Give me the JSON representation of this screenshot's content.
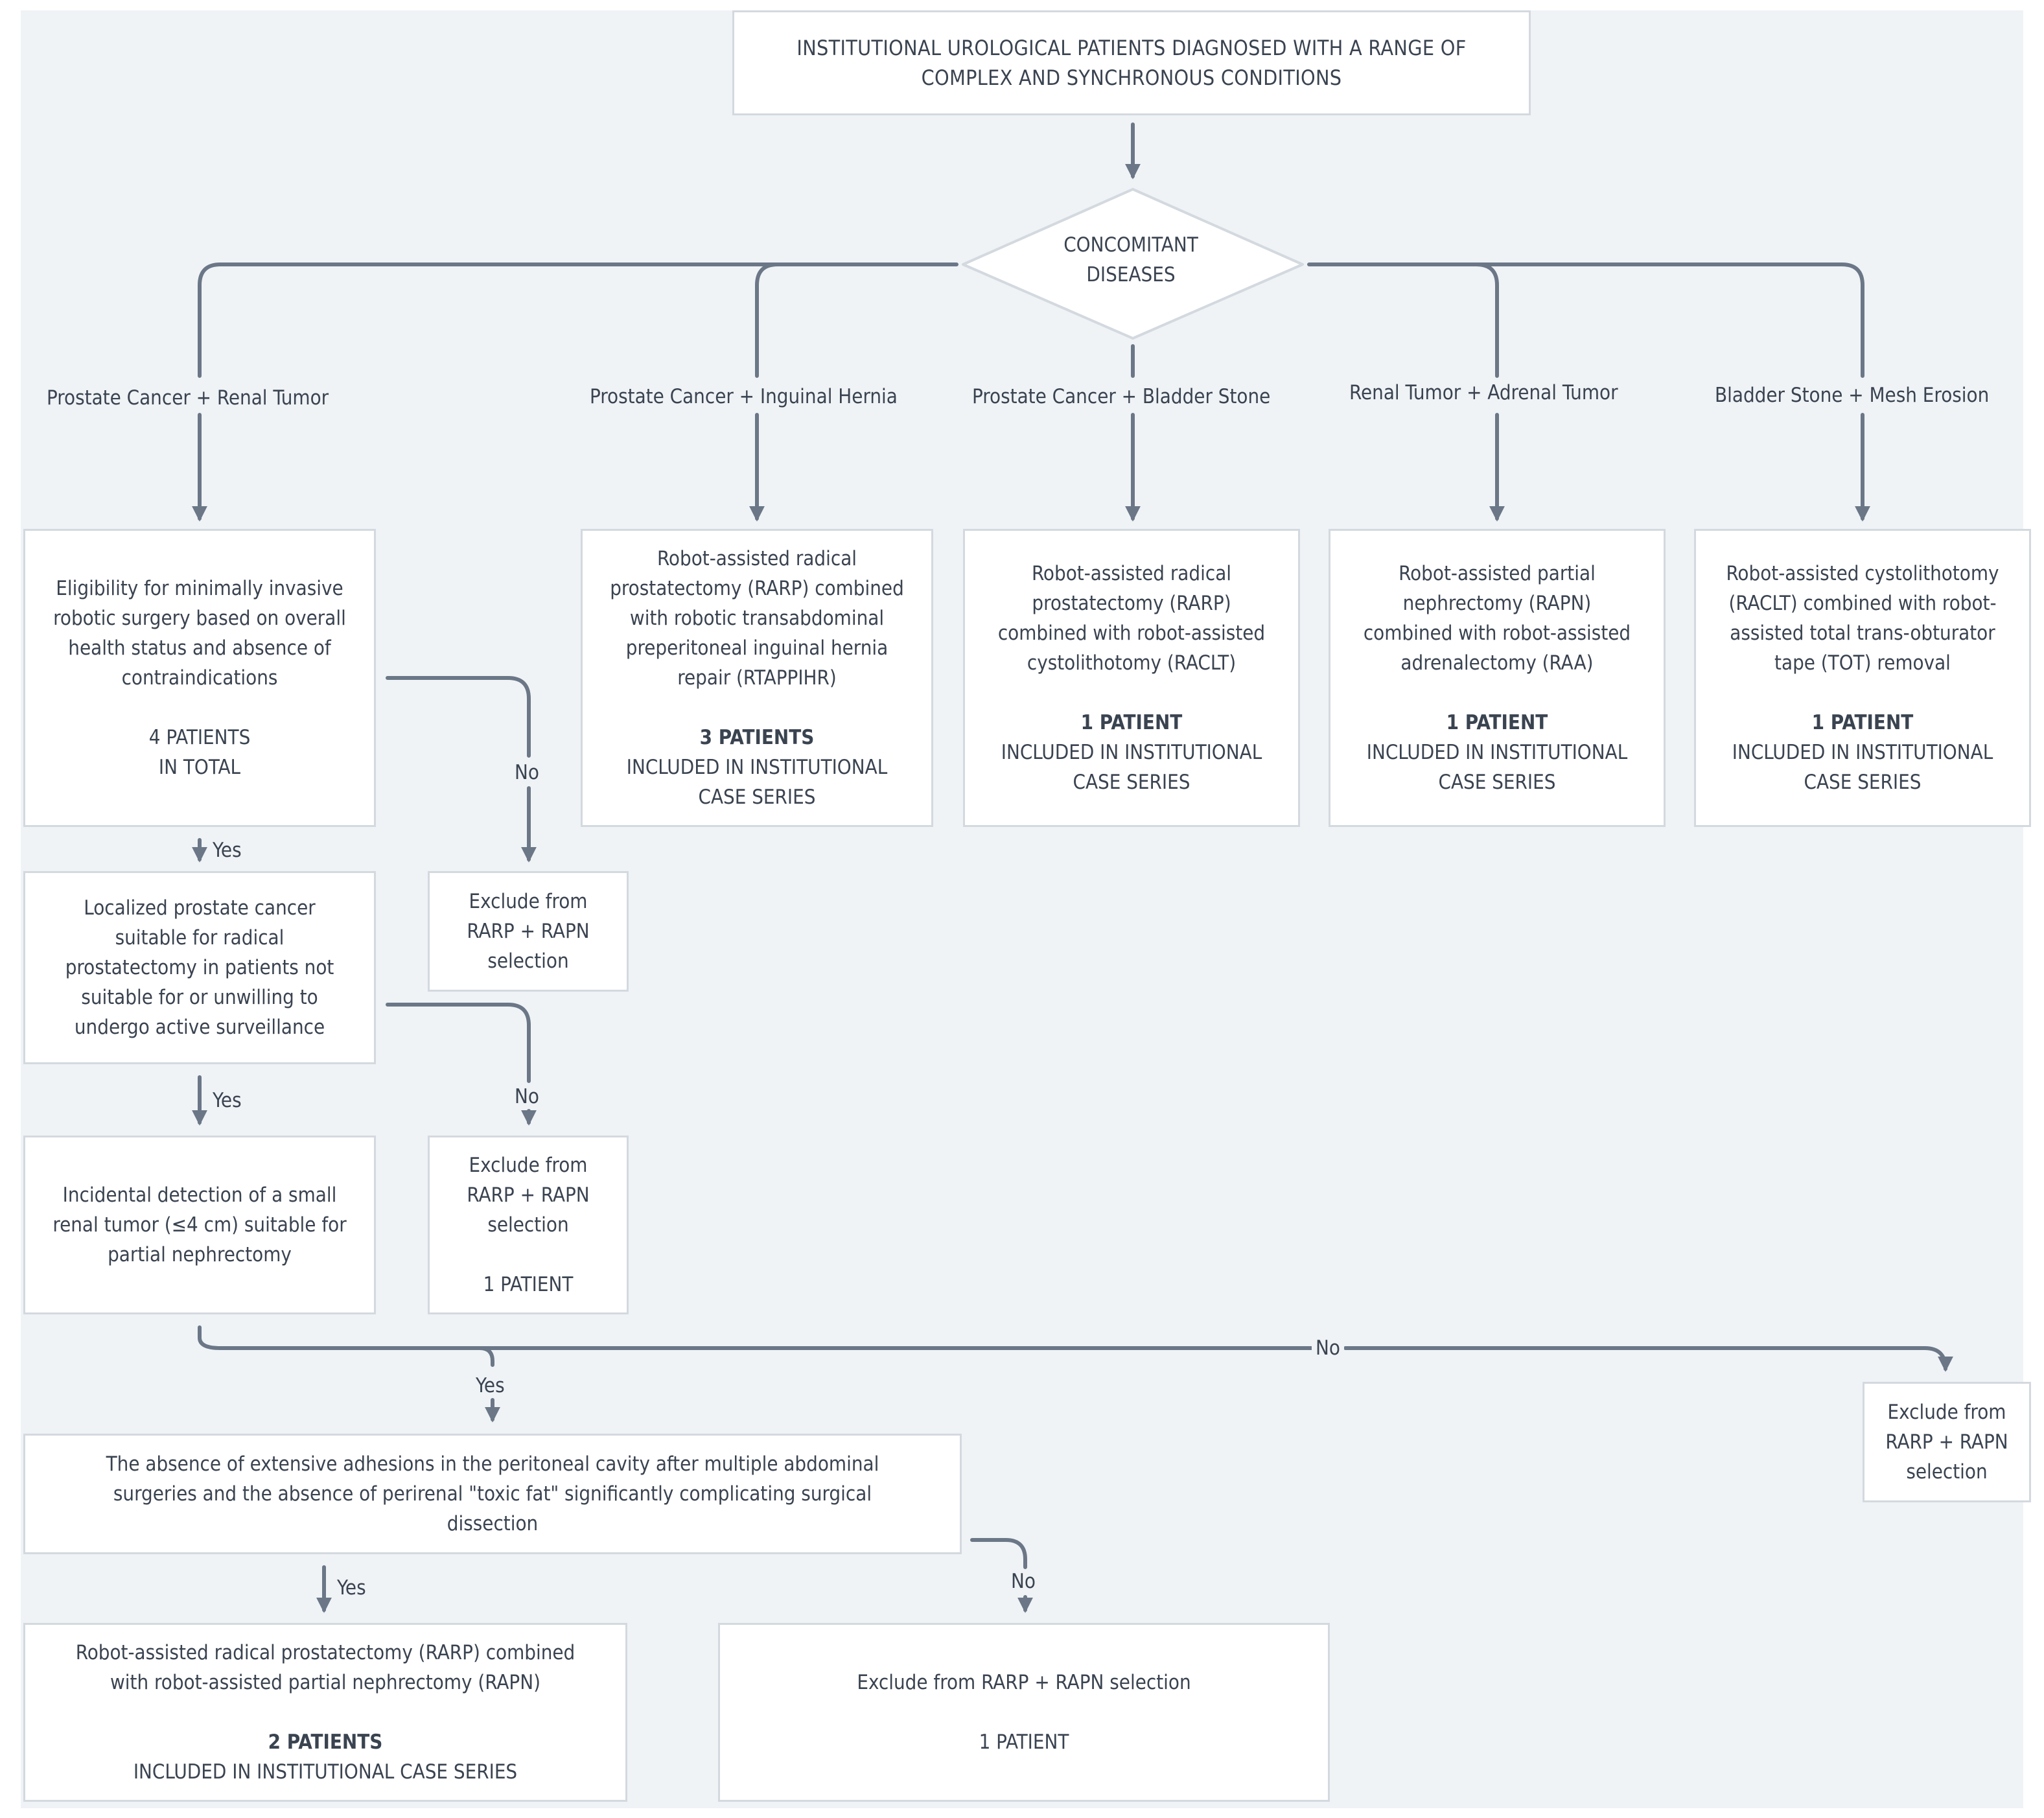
{
  "top_box": {
    "text": "INSTITUTIONAL UROLOGICAL PATIENTS DIAGNOSED WITH A RANGE OF\nCOMPLEX AND SYNCHRONOUS CONDITIONS"
  },
  "decision": {
    "text": "CONCOMITANT\nDISEASES"
  },
  "branches": [
    {
      "label": "Prostate Cancer + Renal Tumor"
    },
    {
      "label": "Prostate Cancer + Inguinal Hernia",
      "procedure": "Robot-assisted radical\nprostatectomy (RARP) combined\nwith robotic transabdominal\npreperitoneal inguinal hernia\nrepair (RTAPPIHR)",
      "count": "3 PATIENTS",
      "status": "INCLUDED IN INSTITUTIONAL\nCASE SERIES"
    },
    {
      "label": "Prostate Cancer + Bladder Stone",
      "procedure": "Robot-assisted radical\nprostatectomy (RARP)\ncombined with robot-assisted\ncystolithotomy (RACLT)",
      "count": "1 PATIENT",
      "status": "INCLUDED IN INSTITUTIONAL\nCASE SERIES"
    },
    {
      "label": "Renal Tumor + Adrenal Tumor",
      "procedure": "Robot-assisted partial\nnephrectomy (RAPN)\ncombined with robot-assisted\nadrenalectomy (RAA)",
      "count": "1 PATIENT",
      "status": "INCLUDED IN INSTITUTIONAL\nCASE SERIES"
    },
    {
      "label": "Bladder Stone + Mesh Erosion",
      "procedure": "Robot-assisted cystolithotomy\n(RACLT) combined with robot-\nassisted total trans-obturator\ntape (TOT) removal",
      "count": "1 PATIENT",
      "status": "INCLUDED IN INSTITUTIONAL\nCASE SERIES"
    }
  ],
  "criteria": [
    {
      "text": "Eligibility for minimally invasive\nrobotic surgery based on overall\nhealth status and absence of\ncontraindications",
      "total": "4 PATIENTS\nIN TOTAL"
    },
    {
      "text": "Localized prostate cancer\nsuitable for radical\nprostatectomy in patients not\nsuitable for or unwilling to\nundergo active surveillance"
    },
    {
      "text": "Incidental detection of a small\nrenal tumor (≤4 cm) suitable for\npartial nephrectomy"
    },
    {
      "text": "The absence of extensive adhesions in the peritoneal cavity after multiple abdominal\nsurgeries and the absence of perirenal \"toxic fat\" significantly complicating surgical\ndissection"
    }
  ],
  "excludes": [
    {
      "text": "Exclude from\nRARP + RAPN\nselection"
    },
    {
      "text": "Exclude from\nRARP + RAPN\nselection",
      "count": "1 PATIENT"
    },
    {
      "text": "Exclude from\nRARP + RAPN\nselection"
    },
    {
      "text": "Exclude from RARP + RAPN selection",
      "count": "1 PATIENT"
    }
  ],
  "final": {
    "text": "Robot-assisted radical prostatectomy (RARP) combined\nwith robot-assisted partial nephrectomy (RAPN)",
    "count": "2 PATIENTS",
    "status": "INCLUDED IN INSTITUTIONAL CASE SERIES"
  },
  "edge_labels": {
    "yes": "Yes",
    "no": "No"
  },
  "colors": {
    "background": "#eff3f6",
    "box_fill": "#ffffff",
    "box_border": "#d3d9df",
    "connector": "#6b7787",
    "text": "#3a4350"
  }
}
